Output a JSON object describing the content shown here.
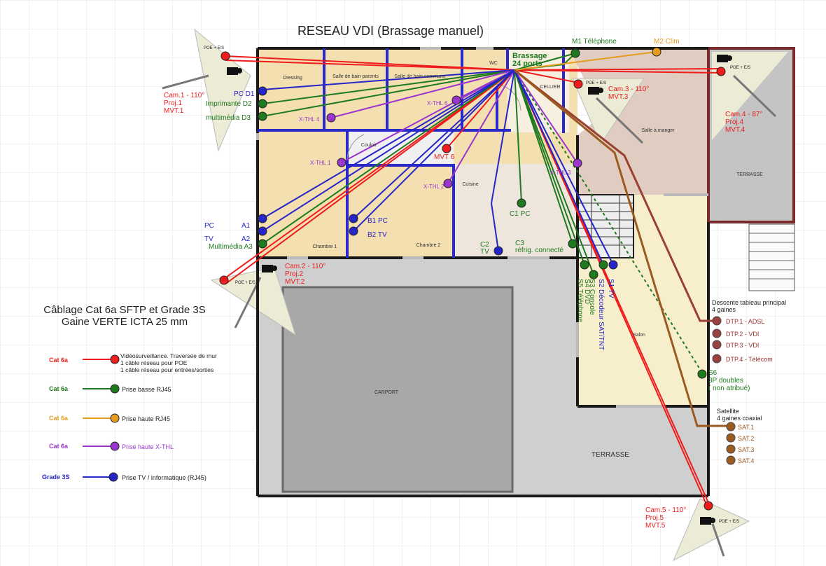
{
  "title": "RESEAU VDI (Brassage manuel)",
  "colors": {
    "red": "#ee1c1c",
    "green": "#1e7a1e",
    "orange": "#e59b1e",
    "purple": "#9a36cc",
    "blue": "#2525c8",
    "brown": "#9a4030",
    "satellite": "#9a5a20"
  },
  "rooms": {
    "dressing": "Dressing",
    "sdb_parents": "Salle de bain parents",
    "sdb_commune": "Salle de bain commune",
    "wc": "WC",
    "cellier": "CELLIER",
    "couloir": "Couloir",
    "cuisine": "Cuisine",
    "chambre1": "Chambre 1",
    "chambre2": "Chambre 2",
    "salle_manger": "Salle à manger",
    "salon": "Salon",
    "carport": "CARPORT",
    "terrasse_top": "TERRASSE",
    "terrasse_bottom": "TERRASSE"
  },
  "brassage": {
    "line1": "Brassage",
    "line2": "24 ports"
  },
  "cameras": [
    {
      "poe": "POE + E/S",
      "label1": "Cam.1 - 110°",
      "label2": "Proj.1",
      "label3": "MVT.1"
    },
    {
      "poe": "POE + E/S",
      "label1": "Cam.2 - 110°",
      "label2": "Proj.2",
      "label3": "MVT.2"
    },
    {
      "poe": "POE + E/S",
      "label1": "Cam.3 - 110°",
      "label2": "MVT.3"
    },
    {
      "poe": "POE + E/S",
      "label1": "Cam.4 - 87°",
      "label2": "Proj.4",
      "label3": "MVT.4"
    },
    {
      "poe": "POE + E/S",
      "label1": "Cam.5 - 110°",
      "label2": "Proj.5",
      "label3": "MVT.5"
    }
  ],
  "outlets": {
    "m1": "M1   Téléphone",
    "m2": "M2   Clim",
    "pc_d1": "PC D1",
    "imprimante_d2": "Imprimante D2",
    "multimedia_d3": "multimédia D3",
    "xthl4": "X-THL 4",
    "xthl6": "X-THL 6",
    "xthl1": "X-THL 1",
    "xthl2": "X-THL 2",
    "xthl3": "X-THL 3",
    "mvt6": "MVT 6",
    "b1": "B1 PC",
    "b2": "B2 TV",
    "pc_a1_left": "PC",
    "pc_a1_right": "A1",
    "tv_a2_left": "TV",
    "tv_a2_right": "A2",
    "multimedia_a3": "Multimédia A3",
    "c1": "C1   PC",
    "c2_line1": "C2",
    "c2_line2": "TV",
    "c3_line1": "C3",
    "c3_line2": "réfrig. connecté",
    "s1": "S1 TV",
    "s2": "S2 Décodeur SAT/TNT",
    "s3": "S3 Console",
    "s4": "S4 DVD",
    "s5": "S5 Téléphone",
    "s6_line1": "S6",
    "s6_line2": "3P doubles",
    "s6_line3": "( non atribué)"
  },
  "descente": {
    "title1": "Descente tableau principal",
    "title2": "4 gaines",
    "items": [
      "DTP.1 - ADSL",
      "DTP.2 - VDI",
      "DTP.3 - VDI",
      "DTP.4 - Télécom"
    ]
  },
  "satellite": {
    "title1": "Satellite",
    "title2": "4 gaines coaxial",
    "items": [
      "SAT.1",
      "SAT.2",
      "SAT.3",
      "SAT.4"
    ]
  },
  "legend": {
    "title1": "Câblage Cat 6a SFTP et Grade 3S",
    "title2": "Gaine VERTE  ICTA 25 mm",
    "items": [
      {
        "cable": "Cat 6a",
        "desc1": "Vidéosurveillance. Traversée de mur",
        "desc2": "1 câble réseau pour POE",
        "desc3": "1 câble réseau pour entrées/sorties"
      },
      {
        "cable": "Cat 6a",
        "desc1": "Prise basse RJ45"
      },
      {
        "cable": "Cat 6a",
        "desc1": "Prise haute RJ45"
      },
      {
        "cable": "Cat 6a",
        "desc1": "Prise haute X-THL"
      },
      {
        "cable": "Grade 3S",
        "desc1": "Prise TV / informatique (RJ45)"
      }
    ]
  }
}
